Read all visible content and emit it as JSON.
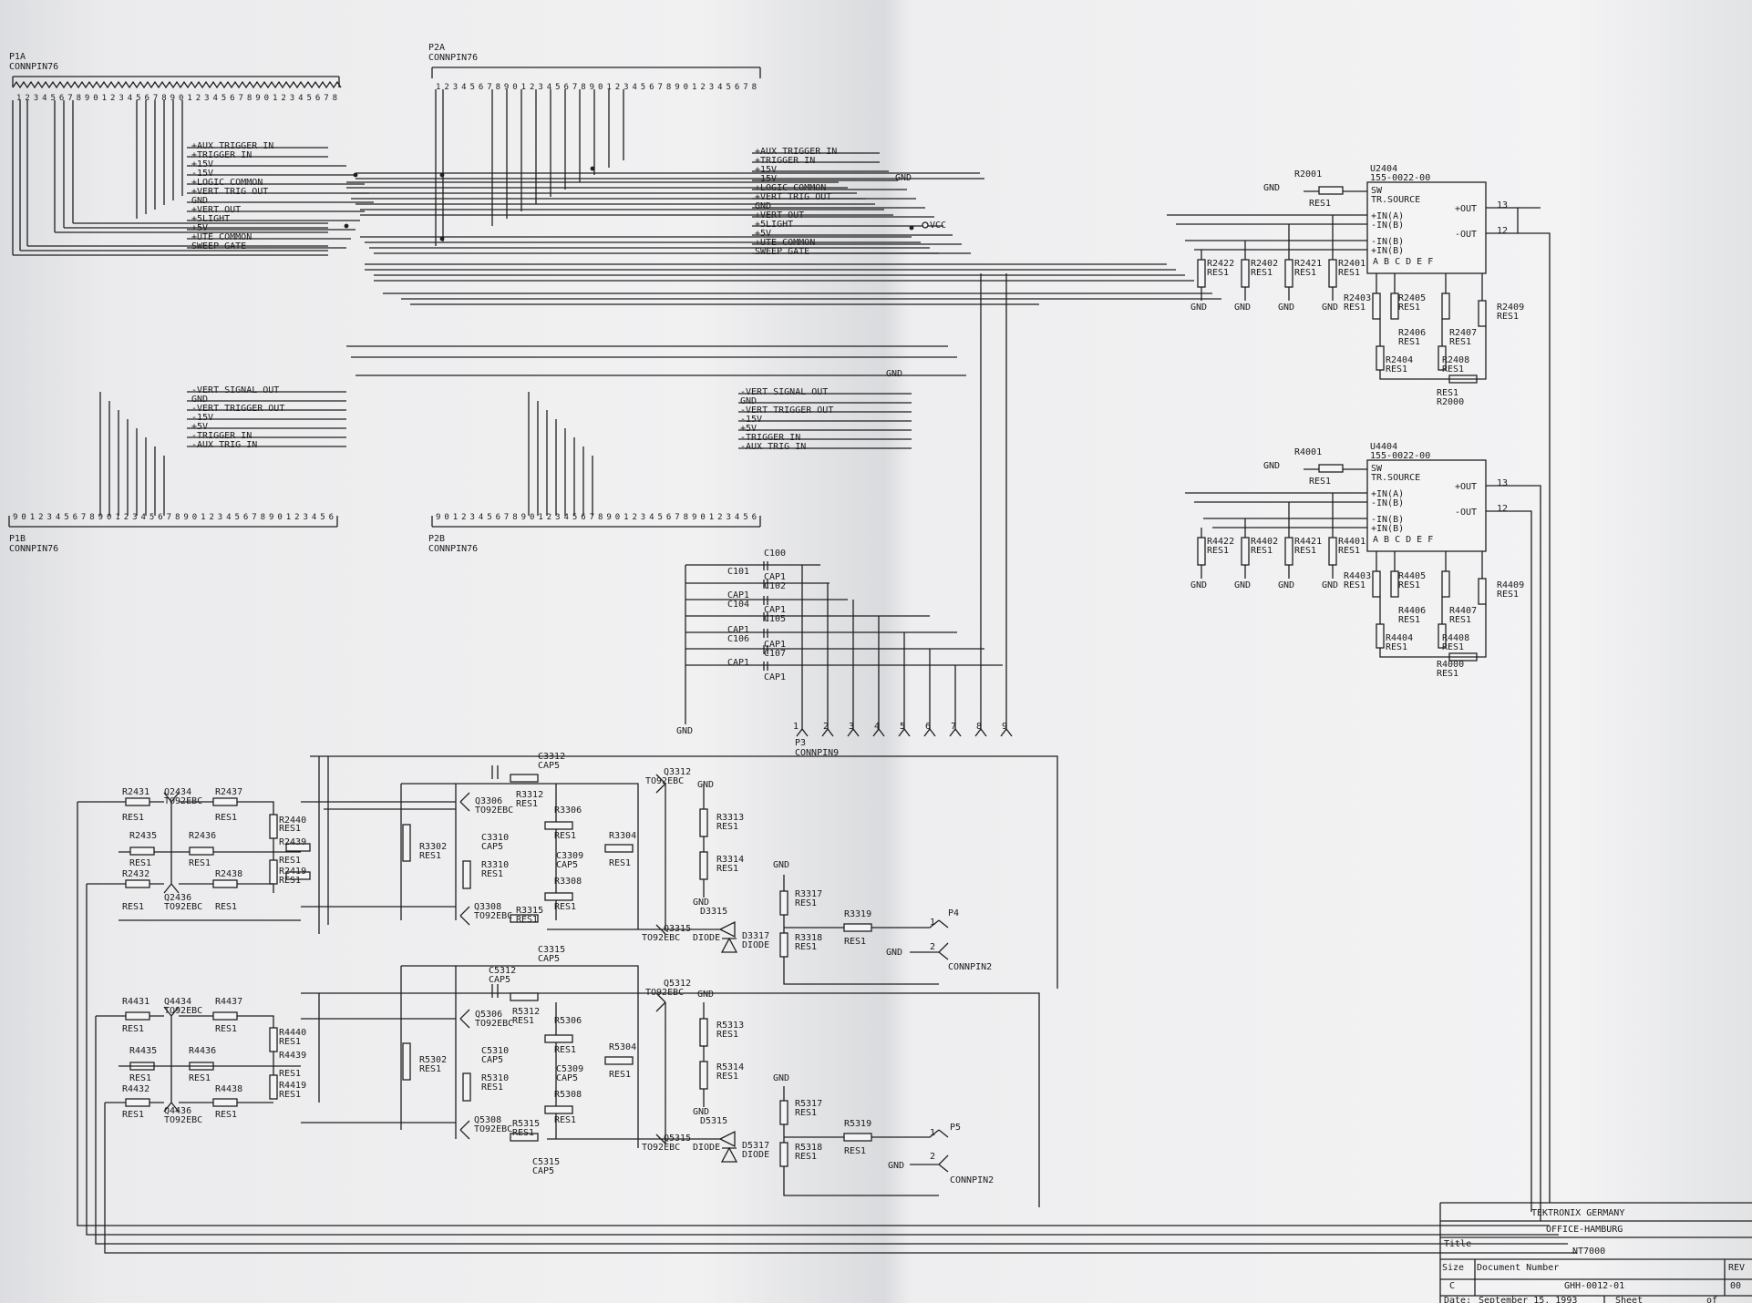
{
  "connectors": {
    "p1a": {
      "ref": "P1A",
      "part": "CONNPIN76",
      "pins": "12345678901234567890123456789012345678"
    },
    "p2a": {
      "ref": "P2A",
      "part": "CONNPIN76",
      "pins": "12345678901234567890123456789012345678"
    },
    "p1b": {
      "ref": "P1B",
      "part": "CONNPIN76",
      "pins": "90123456789012345678901234567890123456"
    },
    "p2b": {
      "ref": "P2B",
      "part": "CONNPIN76",
      "pins": "90123456789012345678901234567890123456"
    },
    "p3": {
      "ref": "P3",
      "part": "CONNPIN9",
      "pins": [
        "1",
        "2",
        "3",
        "4",
        "5",
        "6",
        "7",
        "8",
        "9"
      ]
    },
    "p4": {
      "ref": "P4",
      "part": "CONNPIN2"
    },
    "p5": {
      "ref": "P5",
      "part": "CONNPIN2"
    }
  },
  "signals_a": [
    "+AUX TRIGGER IN",
    "+TRIGGER IN",
    "+15V",
    "-15V",
    "+LOGIC COMMON",
    "+VERT TRIG OUT",
    "GND",
    "+VERT OUT",
    "+5LIGHT",
    "+5V",
    "+UTE COMMON",
    "SWEEP GATE"
  ],
  "signals_b": [
    "-VERT SIGNAL OUT",
    "GND",
    "-VERT TRIGGER OUT",
    "-15V",
    "+5V",
    "-TRIGGER IN",
    "-AUX TRIG IN"
  ],
  "net_labels": {
    "gnd": "GND",
    "vcc": "VCC"
  },
  "chips": [
    {
      "ref": "U2404",
      "part": "155-0022-00",
      "sw": "SW",
      "func": "TR.SOURCE",
      "in_a": "+IN(A)",
      "in_a_neg": "-IN(B)",
      "in_b": "-IN(B)",
      "in_b_pos": "+IN(B)",
      "out_p": "+OUT",
      "out_n": "-OUT",
      "pin_out_p": "13",
      "pin_out_n": "12",
      "letters": "A  B    C  D  E  F"
    },
    {
      "ref": "U4404",
      "part": "155-0022-00",
      "sw": "SW",
      "func": "TR.SOURCE",
      "in_a": "+IN(A)",
      "in_a_neg": "-IN(B)",
      "in_b": "-IN(B)",
      "in_b_pos": "+IN(B)",
      "out_p": "+OUT",
      "out_n": "-OUT",
      "pin_out_p": "13",
      "pin_out_n": "12",
      "letters": "A  B    C  D  E  F"
    }
  ],
  "chip_resistors": {
    "top": {
      "src": "R2001",
      "r1": "R2422",
      "r2": "R2402",
      "r3": "R2421",
      "r4": "R2401",
      "r5": "R2403",
      "r6": "R2405",
      "r7": "R2406",
      "r8": "R2407",
      "r9": "R2409",
      "r10": "R2404",
      "r11": "R2408",
      "r12": "R2000"
    },
    "bot": {
      "src": "R4001",
      "r1": "R4422",
      "r2": "R4402",
      "r3": "R4421",
      "r4": "R4401",
      "r5": "R4403",
      "r6": "R4405",
      "r7": "R4406",
      "r8": "R4407",
      "r9": "R4409",
      "r10": "R4404",
      "r11": "R4408",
      "r12": "R4000"
    },
    "res": "RES1"
  },
  "capacitors": [
    {
      "ref": "C100",
      "type": "CAP1"
    },
    {
      "ref": "C101",
      "type": "CAP1"
    },
    {
      "ref": "C102",
      "type": "CAP1"
    },
    {
      "ref": "C104",
      "type": "CAP1"
    },
    {
      "ref": "C105",
      "type": "CAP1"
    },
    {
      "ref": "C106",
      "type": "CAP1"
    },
    {
      "ref": "C107",
      "type": "CAP1"
    }
  ],
  "amp_top": {
    "r_in1": "R2431",
    "q_in1": "Q2434",
    "pkg": "TO92EBC",
    "r_b1": "R2437",
    "r_b2": "R2440",
    "r_b3": "R2439",
    "r_b4": "R2419",
    "r_m1": "R2435",
    "r_m2": "R2436",
    "r_in2": "R2432",
    "q_in2": "Q2436",
    "r_b5": "R2438",
    "c_fb": "C3312",
    "c_fb_t": "CAP5",
    "q_a": "Q3306",
    "r_fb": "R3312",
    "r_e": "R3306",
    "r_s": "R3302",
    "c_e": "C3310",
    "c_e_t": "CAP5",
    "r_e2": "R3310",
    "c_e2": "C3309",
    "c_e2_t": "CAP5",
    "r_c": "R3304",
    "r_e3": "R3308",
    "q_b": "Q3308",
    "r_out": "R3315",
    "c_out": "C3315",
    "c_out_t": "CAP5",
    "q_c": "Q3312",
    "q_d": "Q3315",
    "d1": "D3315",
    "d2": "D3317",
    "diode": "DIODE",
    "r_l1": "R3313",
    "r_l2": "R3314",
    "r_l3": "R3317",
    "r_l4": "R3319",
    "r_l5": "R3318"
  },
  "amp_bot": {
    "r_in1": "R4431",
    "q_in1": "Q4434",
    "pkg": "TO92EBC",
    "r_b1": "R4437",
    "r_b2": "R4440",
    "r_b3": "R4439",
    "r_b4": "R4419",
    "r_m1": "R4435",
    "r_m2": "R4436",
    "r_in2": "R4432",
    "q_in2": "Q4436",
    "r_b5": "R4438",
    "c_fb": "C5312",
    "c_fb_t": "CAP5",
    "q_a": "Q5306",
    "r_fb": "R5312",
    "r_e": "R5306",
    "r_s": "R5302",
    "c_e": "C5310",
    "c_e_t": "CAP5",
    "r_e2": "R5310",
    "c_e2": "C5309",
    "c_e2_t": "CAP5",
    "r_c": "R5304",
    "r_e3": "R5308",
    "q_b": "Q5308",
    "r_out": "R5315",
    "c_out": "C5315",
    "c_out_t": "CAP5",
    "q_c": "Q5312",
    "q_d": "Q5315",
    "d1": "D5315",
    "d2": "D5317",
    "diode": "DIODE",
    "r_l1": "R5313",
    "r_l2": "R5314",
    "r_l3": "R5317",
    "r_l4": "R5319",
    "r_l5": "R5318"
  },
  "title_block": {
    "company": "TEKTRONIX  GERMANY",
    "office": "OFFICE-HAMBURG",
    "title_label": "Title",
    "title": "NT7000",
    "size_label": "Size",
    "size": "C",
    "docnum_label": "Document  Number",
    "docnum": "GHH-0012-01",
    "rev_label": "REV",
    "rev": "00",
    "date_label": "Date:",
    "date": "September  15,  1993",
    "sheet_label": "Sheet",
    "of_label": "of"
  }
}
